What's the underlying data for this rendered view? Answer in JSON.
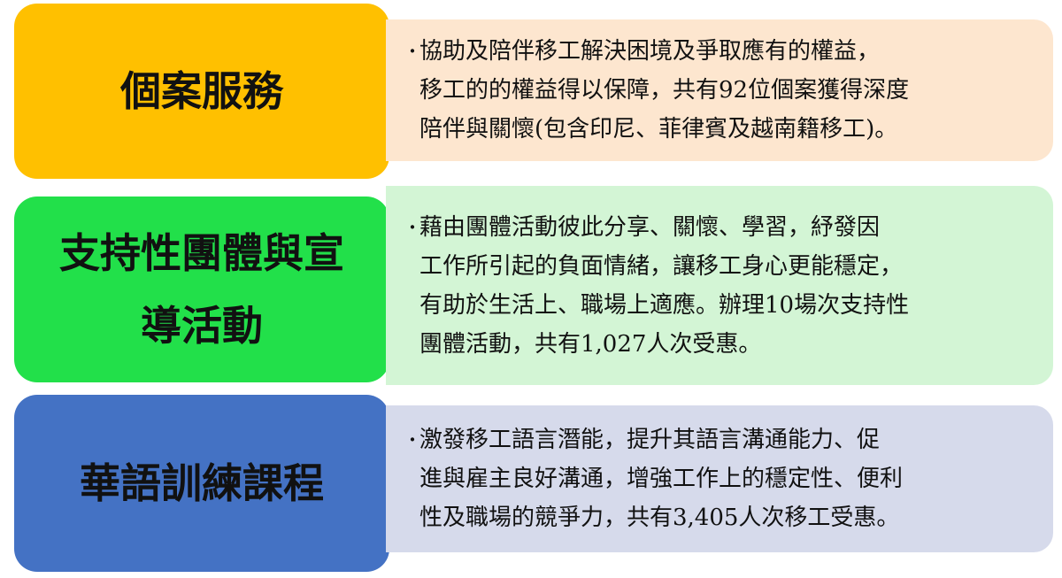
{
  "rows": [
    {
      "title": "個案服務",
      "bullet": "・",
      "lines": [
        "協助及陪伴移工解決困境及爭取應有的權益，",
        "移工的的權益得以保障，共有92位個案獲得深度",
        "陪伴與關懷(包含印尼、菲律賓及越南籍移工)。"
      ],
      "colors": {
        "label": "#ffc000",
        "panel": "#fde6cf"
      }
    },
    {
      "title_lines": [
        "支持性團體與宣",
        "導活動"
      ],
      "bullet": "・",
      "lines": [
        "藉由團體活動彼此分享、關懷、學習，紓發因",
        "工作所引起的負面情緒，讓移工身心更能穩定，",
        "有助於生活上、職場上適應。辦理10場次支持性",
        "團體活動，共有1,027人次受惠。"
      ],
      "colors": {
        "label": "#22e04a",
        "panel": "#d3f5d5"
      }
    },
    {
      "title": "華語訓練課程",
      "bullet": "・",
      "lines": [
        "激發移工語言潛能，提升其語言溝通能力、促",
        "進與雇主良好溝通，增強工作上的穩定性、便利",
        "性及職場的競爭力，共有3,405人次移工受惠。"
      ],
      "colors": {
        "label": "#4472c4",
        "panel": "#d6daeb"
      }
    }
  ]
}
